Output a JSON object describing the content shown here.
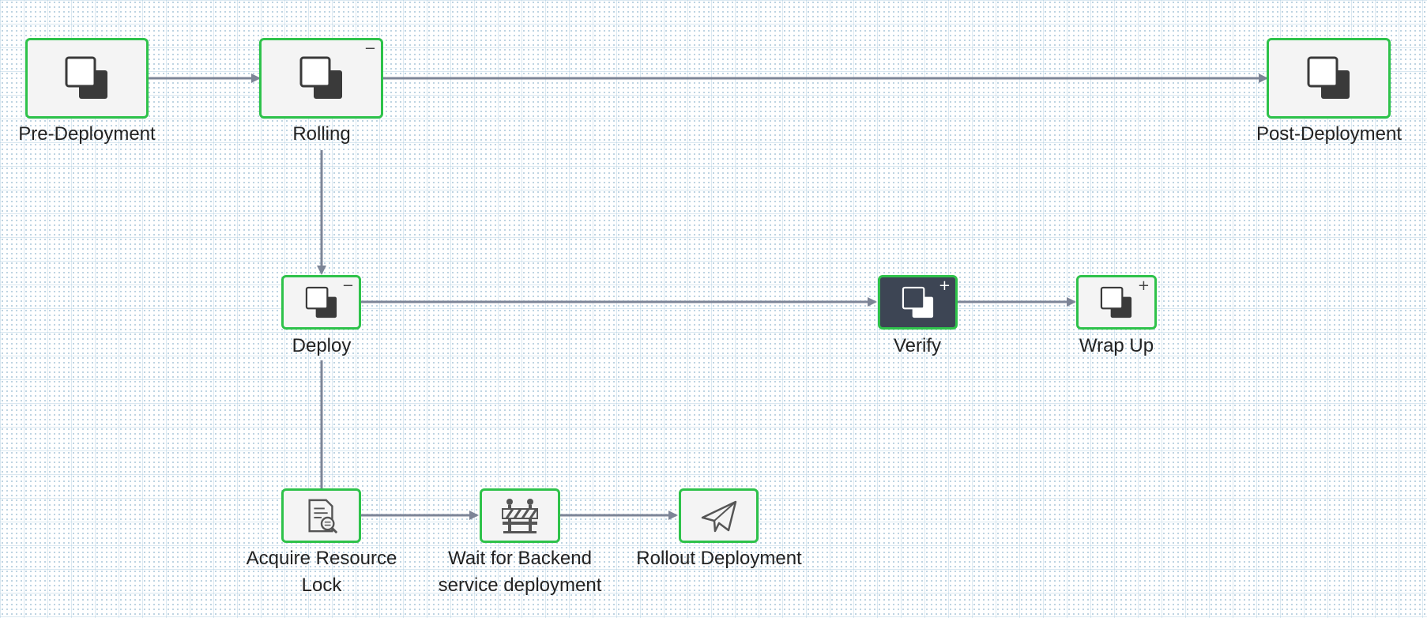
{
  "nodes": {
    "pre_deployment": {
      "label": "Pre-Deployment"
    },
    "rolling": {
      "label": "Rolling",
      "toggle": "−"
    },
    "post_deployment": {
      "label": "Post-Deployment"
    },
    "deploy": {
      "label": "Deploy",
      "toggle": "−"
    },
    "verify": {
      "label": "Verify",
      "toggle": "+"
    },
    "wrap_up": {
      "label": "Wrap Up",
      "toggle": "+"
    },
    "acquire_resource_lock": {
      "label_line1": "Acquire Resource",
      "label_line2": "Lock"
    },
    "wait_for_backend": {
      "label_line1": "Wait for Backend",
      "label_line2": "service deployment"
    },
    "rollout_deployment": {
      "label": "Rollout Deployment"
    }
  },
  "icons": {
    "phase": "overlapping-squares-icon",
    "resource_lock": "document-search-icon",
    "wait": "barrier-icon",
    "rollout": "paper-plane-icon"
  },
  "colors": {
    "node_border": "#2ec24a",
    "node_fill": "#f4f4f4",
    "selected_fill": "#3d4554",
    "edge": "#7d8597"
  }
}
